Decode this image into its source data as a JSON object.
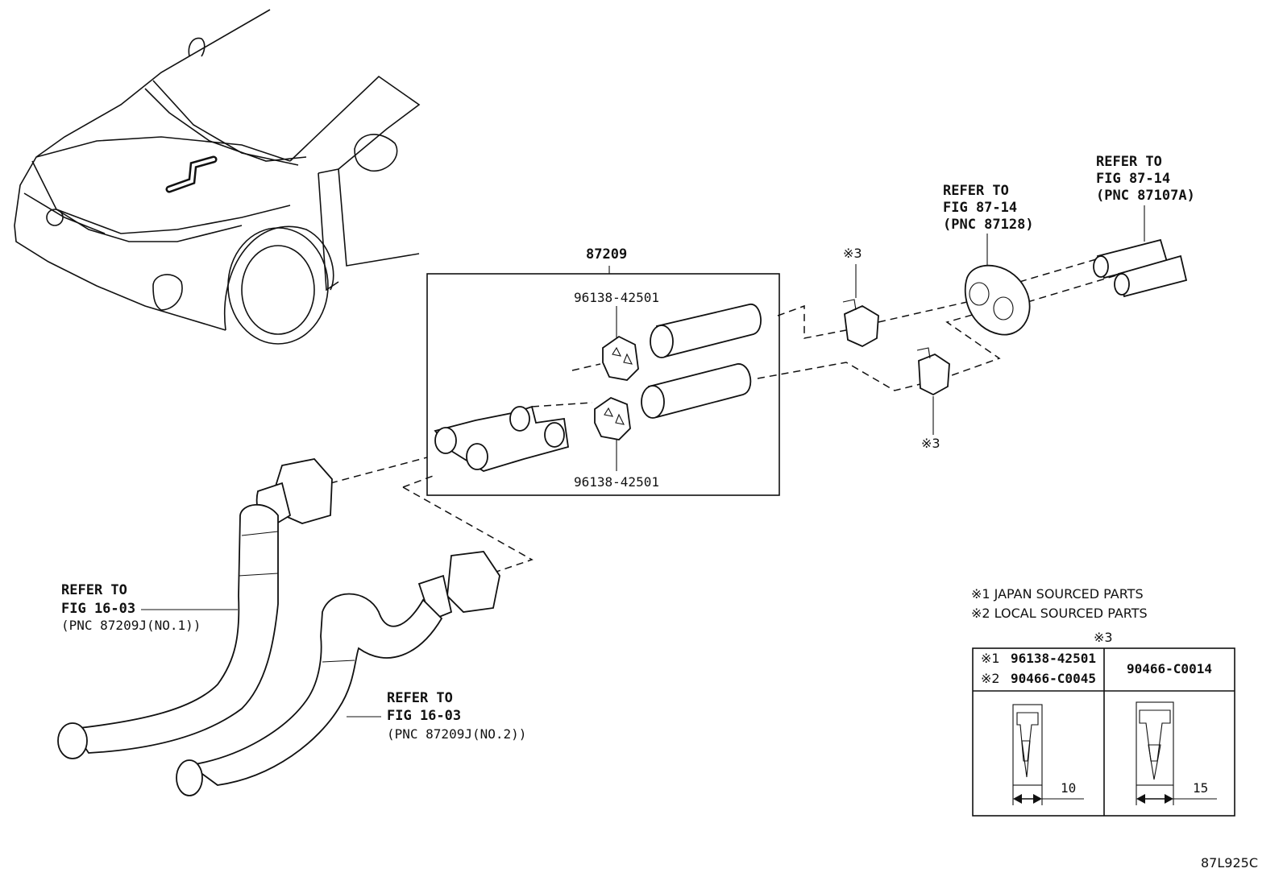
{
  "callouts": {
    "kit_pnc": "87209",
    "clip_upper": "96138-42501",
    "clip_lower": "96138-42501",
    "mark3_upper": "※3",
    "mark3_lower": "※3",
    "refer_87128": [
      "REFER TO",
      "FIG 87-14",
      "(PNC 87128)"
    ],
    "refer_87107A": [
      "REFER TO",
      "FIG 87-14",
      "(PNC 87107A)"
    ],
    "refer_no1": [
      "REFER TO",
      "FIG 16-03",
      "(PNC 87209J(NO.1))"
    ],
    "refer_no2": [
      "REFER TO",
      "FIG 16-03",
      "(PNC 87209J(NO.2))"
    ]
  },
  "notes": {
    "note1": "※1 JAPAN SOURCED PARTS",
    "note2": "※2 LOCAL SOURCED PARTS"
  },
  "clip_table": {
    "header_mark": "※3",
    "left_col": {
      "line1_mark": "※1",
      "line1_part": "96138-42501",
      "line2_mark": "※2",
      "line2_part": "90466-C0045",
      "dimension": "10"
    },
    "right_col": {
      "part": "90466-C0014",
      "dimension": "15"
    }
  },
  "figure_code": "87L925C"
}
